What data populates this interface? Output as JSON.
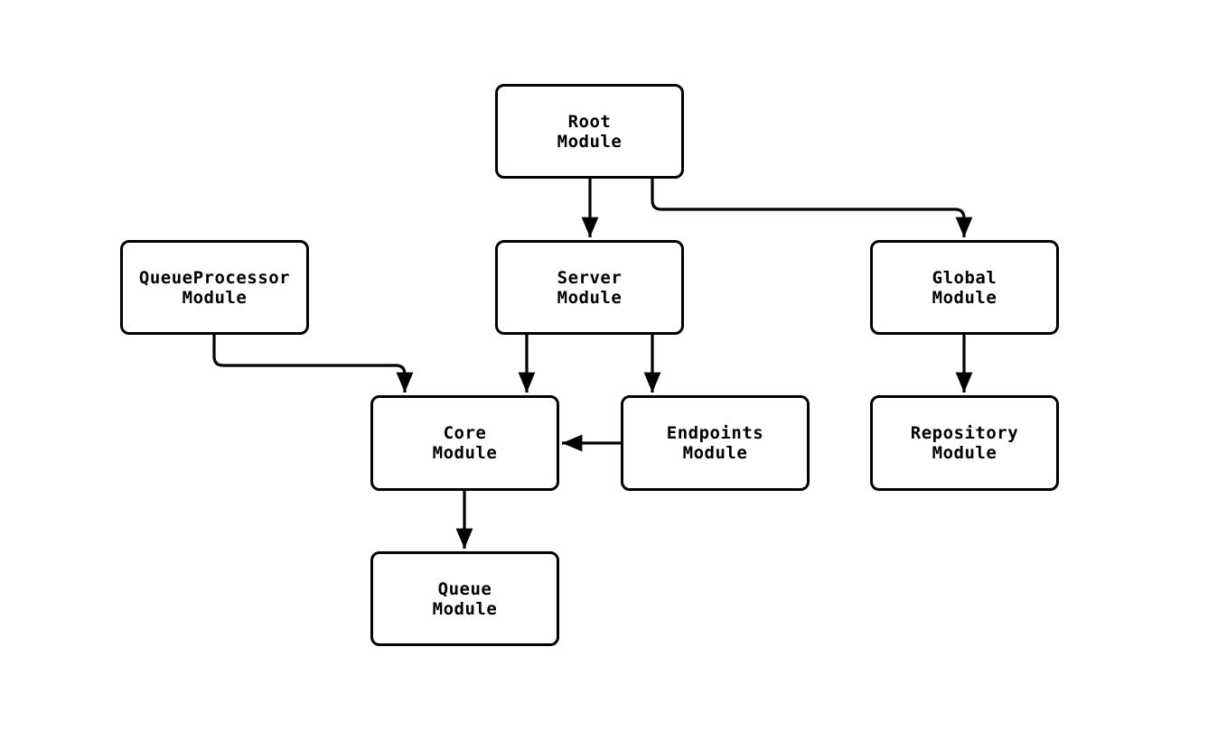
{
  "diagram": {
    "type": "flowchart",
    "background_color": "#ffffff",
    "node_fill_color": "#ffffff",
    "node_border_color": "#000000",
    "edge_color": "#000000",
    "text_color": "#000000",
    "nodes": [
      {
        "id": "root",
        "line1": "Root",
        "line2": "Module"
      },
      {
        "id": "queueprocessor",
        "line1": "QueueProcessor",
        "line2": "Module"
      },
      {
        "id": "server",
        "line1": "Server",
        "line2": "Module"
      },
      {
        "id": "global",
        "line1": "Global",
        "line2": "Module"
      },
      {
        "id": "core",
        "line1": "Core",
        "line2": "Module"
      },
      {
        "id": "endpoints",
        "line1": "Endpoints",
        "line2": "Module"
      },
      {
        "id": "repository",
        "line1": "Repository",
        "line2": "Module"
      },
      {
        "id": "queue",
        "line1": "Queue",
        "line2": "Module"
      }
    ],
    "edges": [
      {
        "from": "Root Module",
        "to": "Server Module"
      },
      {
        "from": "Root Module",
        "to": "Global Module"
      },
      {
        "from": "QueueProcessor Module",
        "to": "Core Module"
      },
      {
        "from": "Server Module",
        "to": "Core Module"
      },
      {
        "from": "Server Module",
        "to": "Endpoints Module"
      },
      {
        "from": "Endpoints Module",
        "to": "Core Module"
      },
      {
        "from": "Global Module",
        "to": "Repository Module"
      },
      {
        "from": "Core Module",
        "to": "Queue Module"
      }
    ]
  }
}
